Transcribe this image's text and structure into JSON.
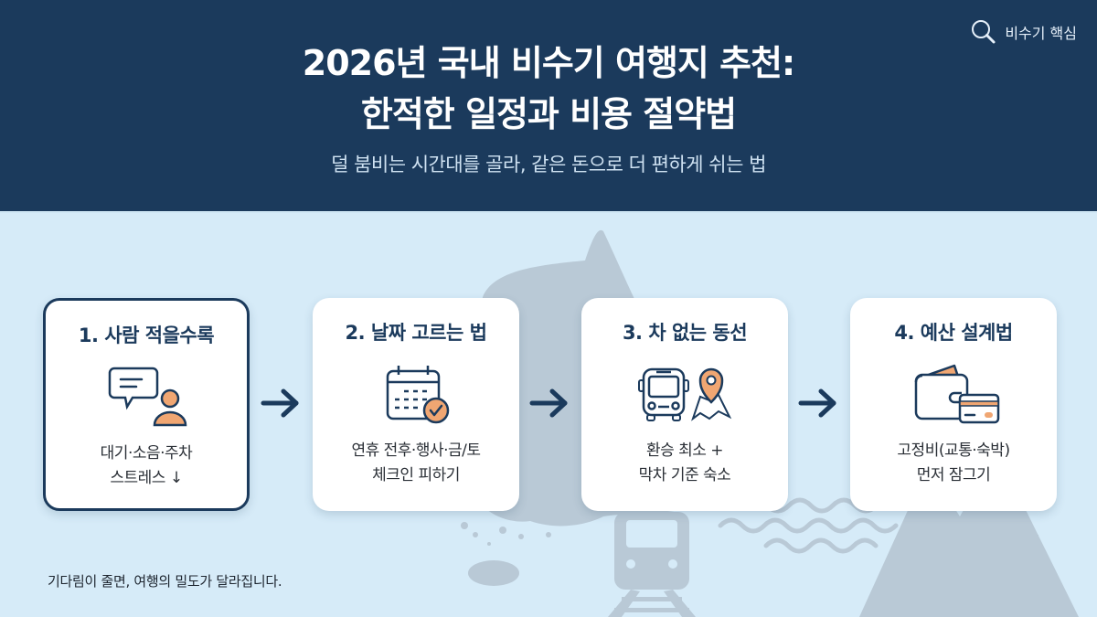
{
  "header": {
    "title_line1": "2026년 국내 비수기 여행지 추천:",
    "title_line2": "한적한 일정과 비용 절약법",
    "subtitle": "덜 붐비는 시간대를 골라, 같은 돈으로 더 편하게 쉬는 법",
    "badge": {
      "icon": "search-icon",
      "label": "비수기 핵심"
    }
  },
  "steps": [
    {
      "title": "1. 사람 적을수록",
      "icon": "chat-person-icon",
      "desc_line1": "대기·소음·주차",
      "desc_line2": "스트레스 ↓",
      "active": true
    },
    {
      "title": "2. 날짜 고르는 법",
      "icon": "calendar-check-icon",
      "desc_line1": "연휴 전후·행사·금/토",
      "desc_line2": "체크인 피하기",
      "active": false
    },
    {
      "title": "3. 차 없는 동선",
      "icon": "bus-map-pin-icon",
      "desc_line1": "환승 최소 +",
      "desc_line2": "막차 기준 숙소",
      "active": false
    },
    {
      "title": "4. 예산 설계법",
      "icon": "wallet-card-icon",
      "desc_line1": "고정비(교통·숙박)",
      "desc_line2": "먼저 잠그기",
      "active": false
    }
  ],
  "footer": {
    "note": "기다림이 줄면, 여행의 밀도가 달라집니다."
  },
  "colors": {
    "header_bg": "#1b3a5c",
    "body_bg": "#d6ebf8",
    "accent_orange": "#f0a672",
    "icon_stroke": "#1b3a5c",
    "silhouette": "#b9c9d6"
  }
}
